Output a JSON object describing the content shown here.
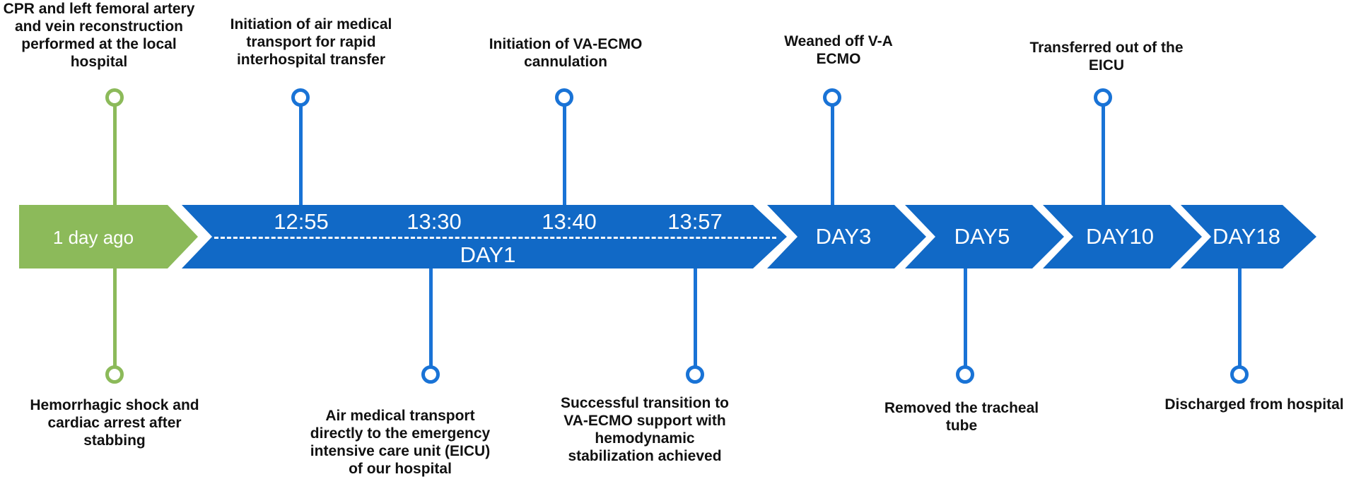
{
  "figure": {
    "type": "clinical-timeline",
    "colors": {
      "green": "#8CBA5A",
      "blue": "#1169C6",
      "marker_blue": "#1973D6",
      "label_text": "#111111",
      "band_text": "#FFFFFF"
    },
    "band": {
      "start_segment": {
        "label": "1 day ago"
      },
      "day1": {
        "label": "DAY1",
        "times": [
          "12:55",
          "13:30",
          "13:40",
          "13:57"
        ]
      },
      "segments": [
        "DAY3",
        "DAY5",
        "DAY10",
        "DAY18"
      ]
    },
    "events": {
      "top": [
        {
          "label": "CPR and left femoral artery\nand vein reconstruction\nperformed at the local\nhospital"
        },
        {
          "label": "Initiation of air medical\ntransport for rapid\ninterhospital transfer"
        },
        {
          "label": "Initiation of VA-ECMO\ncannulation"
        },
        {
          "label": "Weaned off V-A\nECMO"
        },
        {
          "label": "Transferred out of the\nEICU"
        }
      ],
      "bottom": [
        {
          "label": "Hemorrhagic shock and\ncardiac arrest after\nstabbing"
        },
        {
          "label": "Air medical transport\ndirectly to the emergency\nintensive care unit (EICU)\nof our hospital"
        },
        {
          "label": "Successful transition to\nVA-ECMO support with\nhemodynamic\nstabilization achieved"
        },
        {
          "label": "Removed the tracheal\ntube"
        },
        {
          "label": "Discharged from hospital"
        }
      ]
    }
  }
}
